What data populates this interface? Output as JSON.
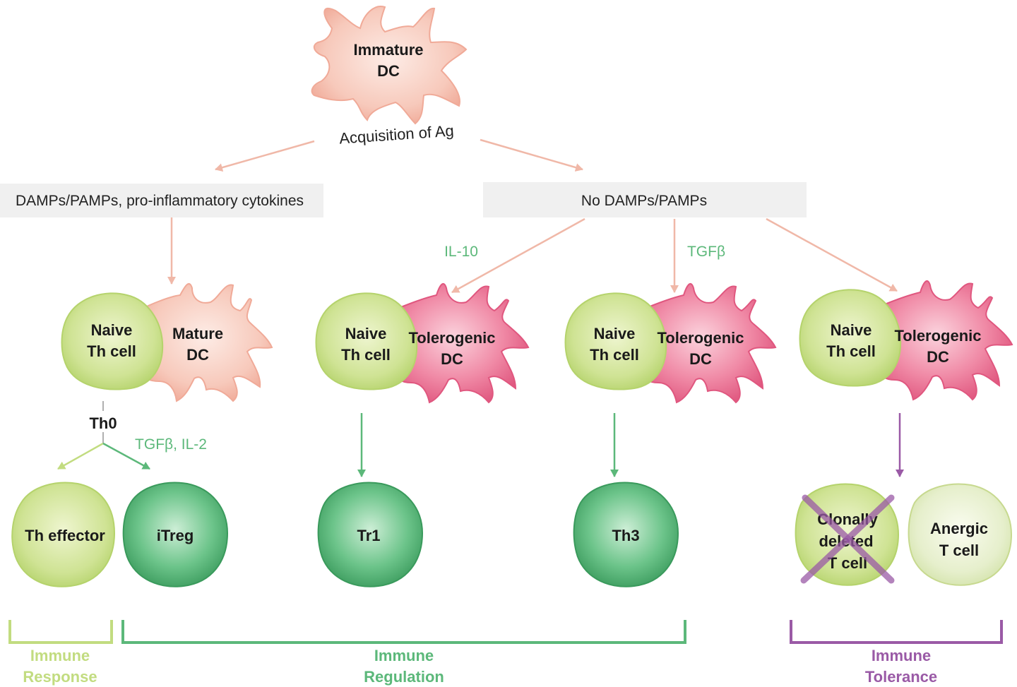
{
  "top": {
    "immature_dc": [
      "Immature",
      "DC"
    ],
    "acquisition": "Acquisition of Ag"
  },
  "branches": {
    "left_condition": "DAMPs/PAMPs, pro-inflammatory cytokines",
    "right_condition": "No DAMPs/PAMPs"
  },
  "cytokines": {
    "il10": "IL-10",
    "tgfb": "TGFβ",
    "tgfb_il2": "TGFβ, IL-2"
  },
  "pairs": [
    {
      "th": [
        "Naive",
        "Th cell"
      ],
      "dc": [
        "Mature",
        "DC"
      ]
    },
    {
      "th": [
        "Naive",
        "Th cell"
      ],
      "dc": [
        "Tolerogenic",
        "DC"
      ]
    },
    {
      "th": [
        "Naive",
        "Th cell"
      ],
      "dc": [
        "Tolerogenic",
        "DC"
      ]
    },
    {
      "th": [
        "Naive",
        "Th cell"
      ],
      "dc": [
        "Tolerogenic",
        "DC"
      ]
    }
  ],
  "th0": "Th0",
  "outcomes": {
    "th_effector": "Th effector",
    "itreg": "iTreg",
    "tr1": "Tr1",
    "th3": "Th3",
    "clonally_deleted": [
      "Clonally",
      "deleted",
      "T cell"
    ],
    "anergic": [
      "Anergic",
      "T cell"
    ]
  },
  "brackets": {
    "response": [
      "Immune",
      "Response"
    ],
    "regulation": [
      "Immune",
      "Regulation"
    ],
    "tolerance": [
      "Immune",
      "Tolerance"
    ]
  },
  "colors": {
    "peach_arrow": "#f0b8a8",
    "green_arrow": "#5cb87a",
    "light_green": "#c2dc80",
    "dark_green": "#5cb87a",
    "purple": "#9a5aa6",
    "box_bg": "#f0f0f0"
  }
}
